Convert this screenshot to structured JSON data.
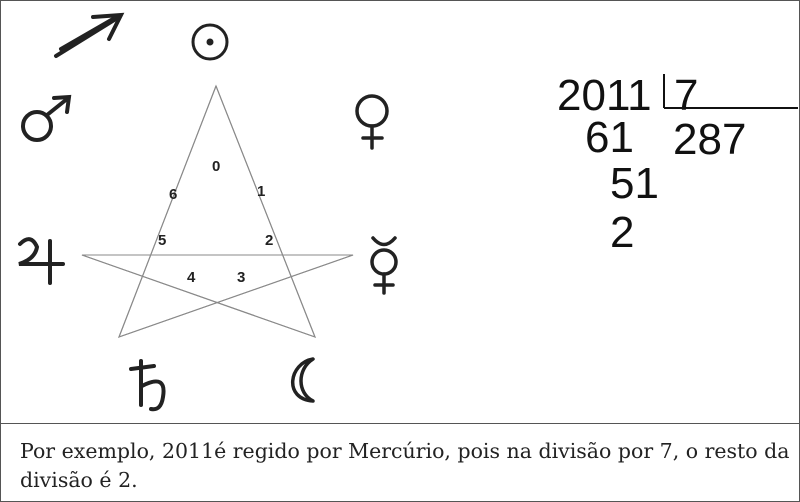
{
  "diagram": {
    "star_numbers": [
      "0",
      "1",
      "2",
      "3",
      "4",
      "5",
      "6"
    ],
    "planet_symbols": [
      {
        "name": "Sun",
        "icon": "sun-icon",
        "glyph": "⊙"
      },
      {
        "name": "Venus",
        "icon": "venus-icon",
        "glyph": "♀"
      },
      {
        "name": "Mercury",
        "icon": "mercury-icon",
        "glyph": "☿"
      },
      {
        "name": "Moon",
        "icon": "moon-icon",
        "glyph": "☾"
      },
      {
        "name": "Saturn",
        "icon": "saturn-icon",
        "glyph": "♄"
      },
      {
        "name": "Jupiter",
        "icon": "jupiter-icon",
        "glyph": "♃"
      },
      {
        "name": "Mars",
        "icon": "mars-icon",
        "glyph": "♂"
      }
    ],
    "arrow_icon": "diagonal-arrow-icon"
  },
  "division": {
    "dividend": "2011",
    "divisor": "7",
    "partial_remainder": "61",
    "quotient": "287",
    "second_partial": "51",
    "remainder": "2"
  },
  "caption": {
    "text": "Por exemplo, 2011é regido por Mercúrio, pois na divisão por 7, o resto da divisão é 2."
  }
}
